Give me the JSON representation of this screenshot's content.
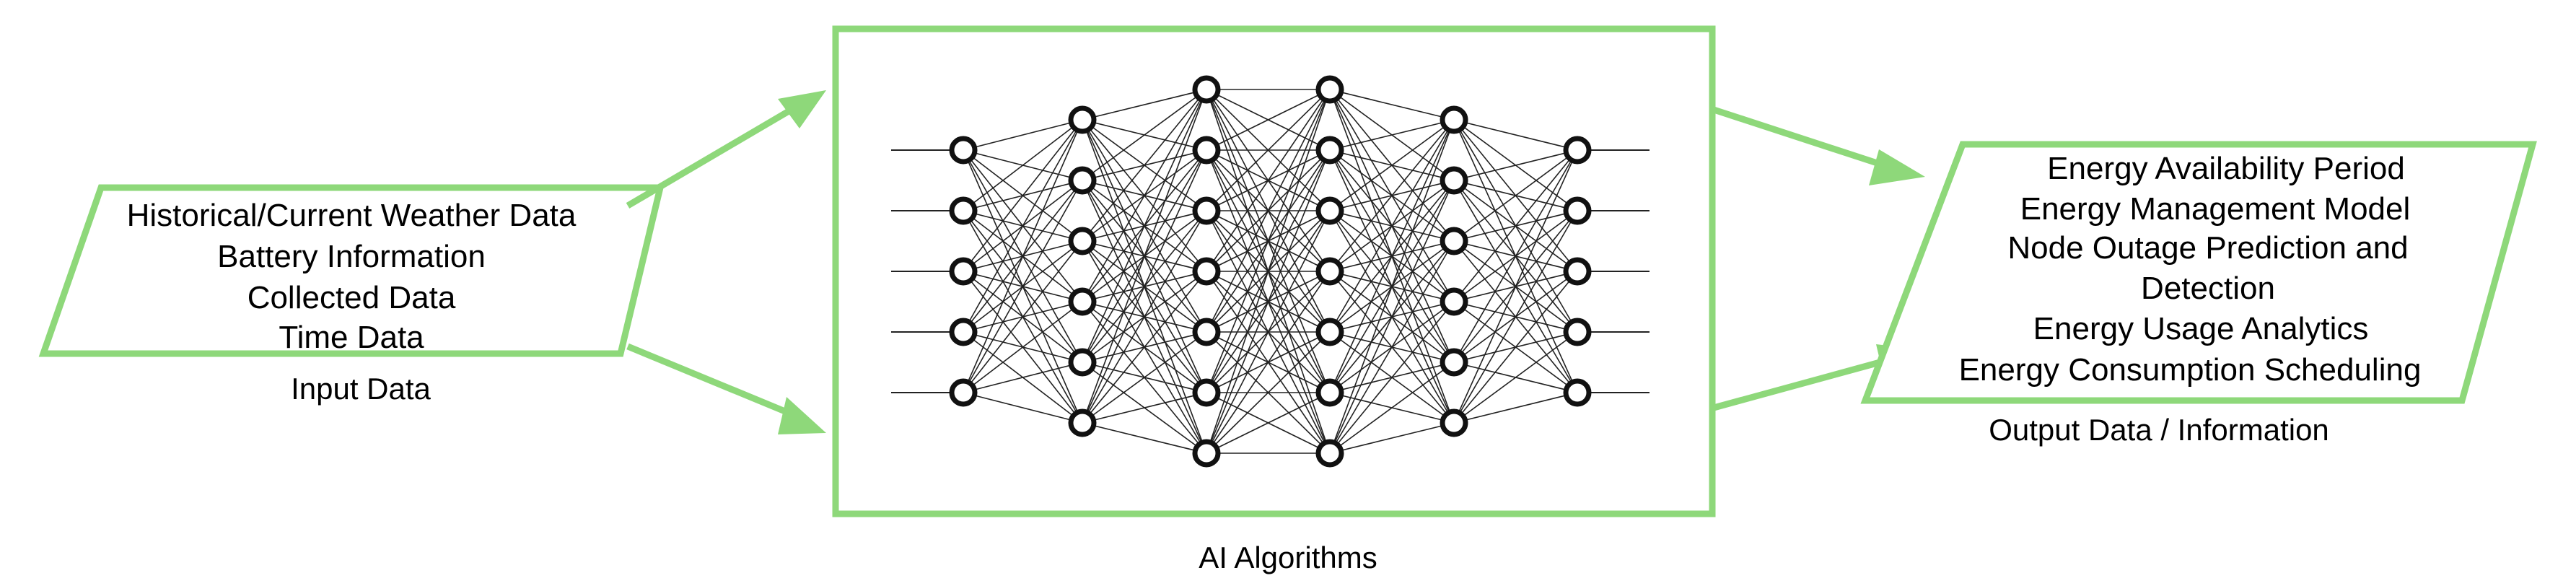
{
  "input": {
    "lines": [
      "Historical/Current Weather Data",
      "Battery Information",
      "Collected Data",
      "Time Data"
    ],
    "caption": "Input  Data"
  },
  "center": {
    "caption": "AI Algorithms"
  },
  "output": {
    "lines": [
      "Energy Availability Period",
      "Energy Management Model",
      "Node Outage Prediction and",
      "Detection",
      "Energy Usage Analytics",
      "Energy Consumption Scheduling"
    ],
    "caption": "Output Data / Information"
  },
  "network": {
    "layer_sizes": [
      5,
      6,
      7,
      7,
      6,
      5
    ]
  },
  "colors": {
    "accent": "#8ed87a",
    "node": "#111111",
    "edge": "#222222"
  }
}
